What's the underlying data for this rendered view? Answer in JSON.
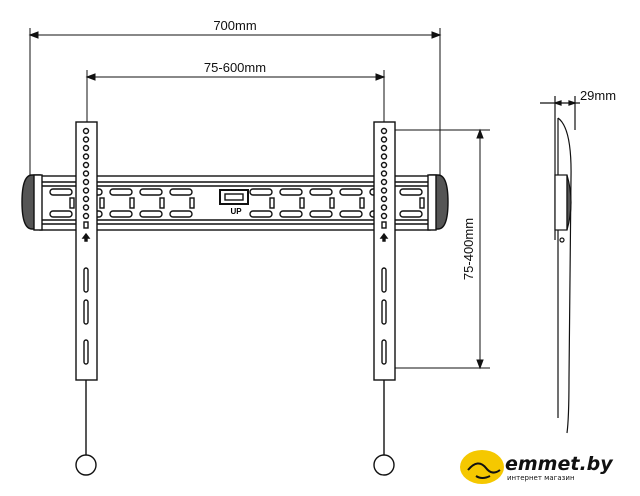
{
  "dimensions": {
    "overall_width": "700mm",
    "vesa_horizontal": "75-600mm",
    "vesa_vertical": "75-400mm",
    "depth": "29mm"
  },
  "rail_label": "UP",
  "logo": {
    "name": "emmet.by",
    "tagline": "интернет магазин",
    "accent": "#f5c800"
  }
}
